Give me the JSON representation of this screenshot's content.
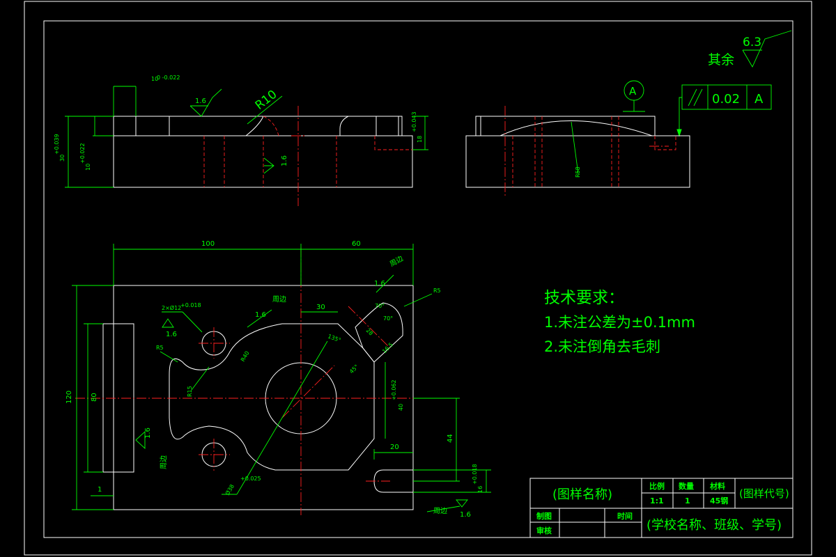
{
  "surface_finish": {
    "other_label": "其余",
    "other_value": "6.3"
  },
  "gdt": {
    "symbol": "//",
    "tolerance": "0.02",
    "datum": "A",
    "datum_marker": "A"
  },
  "tech_requirements": {
    "title": "技术要求：",
    "items": [
      "1.未注公差为±0.1mm",
      "2.未注倒角去毛刺"
    ]
  },
  "front_view": {
    "dim_top_width": "10",
    "dim_top_width_tol": "0\n-0.022",
    "roughness_top": "1.6",
    "radius_label": "R10",
    "roughness_side": "1.6",
    "dim_height": "30",
    "dim_height_tol": "+0.039",
    "dim_step": "10",
    "dim_step_tol": "+0.022",
    "dim_right": "18",
    "dim_right_tol": "+0.043"
  },
  "side_view": {
    "dim_sphere": "R58"
  },
  "plan_view": {
    "dim_100": "100",
    "dim_60": "60",
    "dim_120": "120",
    "dim_80": "80",
    "dim_30": "30",
    "dim_20": "20",
    "dim_44": "44",
    "dim_1": "1",
    "dim_40": "40",
    "dim_40_tol": "+0.062",
    "dim_16": "16",
    "dim_16_tol": "+0.018",
    "dim_bore": "Ø38",
    "dim_bore_tol": "+0.025",
    "dim_holes": "2×Ø12",
    "dim_holes_tol": "+0.018",
    "r5_left": "R5",
    "r5_right": "R5",
    "r15": "R15",
    "r40": "R40",
    "ang_135": "135°",
    "ang_70a": "70°",
    "ang_70b": "70°",
    "ang_45": "45°",
    "dim_28": "28",
    "dim_16_5": "16.5",
    "zhoubian": "周边",
    "ra_values": [
      "1.6",
      "1.6",
      "1.6",
      "1.6",
      "1.6"
    ]
  },
  "title_block": {
    "drawing_name": "(图样名称)",
    "drawing_code": "(图样代号)",
    "school": "(学校名称、班级、学号)",
    "scale_label": "比例",
    "quantity_label": "数量",
    "material_label": "材料",
    "scale_value": "1:1",
    "quantity_value": "1",
    "material_value": "45钢",
    "drawn_label": "制图",
    "reviewed_label": "审核",
    "time_label": "时间"
  }
}
